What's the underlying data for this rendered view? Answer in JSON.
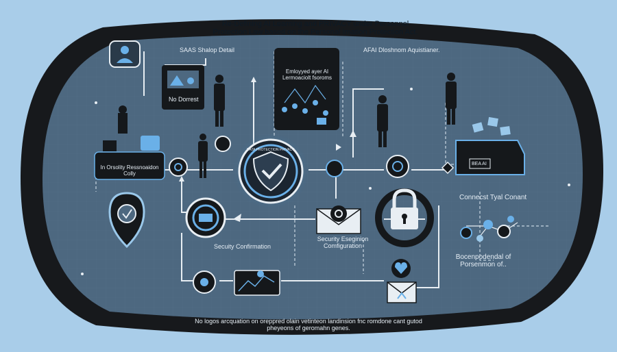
{
  "title": "Re-Defining AI Learning and PRIVACY under Personnel Protection Law based on the Personal Imation Protection Act.",
  "labels": {
    "saas_detail": "SAAS Shalop Detail",
    "afai": "AFAI Dloshnom Aquistianer.",
    "no_dorrest": "No Dorrest",
    "employed": "Emloyyed ayer AI Lermoaciolt fsoroms",
    "ai_security": "In Orsolity Ressnoaidon Colly",
    "concept": "Connecst Tyal Conant",
    "security_confirmation": "Secuity Confirmation",
    "security_config": "Security Eseginion Comfiguration",
    "box_label": "BEA AI",
    "representation": "Bocenpodendal of Porsenmon of..",
    "footnote": "No logos arcquation on oreppred olain vetinteon landinsion fnc romdone cant gutod pheyeons of geromahn genes.",
    "shield_ring": "DATA PROTECTION PRIVACY"
  },
  "colors": {
    "background": "#a9cde9",
    "panel": "#17191c",
    "board": "#4d6880",
    "accent": "#6ab0e8",
    "line": "#e8eef3"
  },
  "icons": [
    "person-icon",
    "shield-check-icon",
    "lock-icon",
    "gear-icon",
    "envelope-icon",
    "chart-icon",
    "location-pin-icon",
    "power-icon",
    "cloud-icon"
  ]
}
